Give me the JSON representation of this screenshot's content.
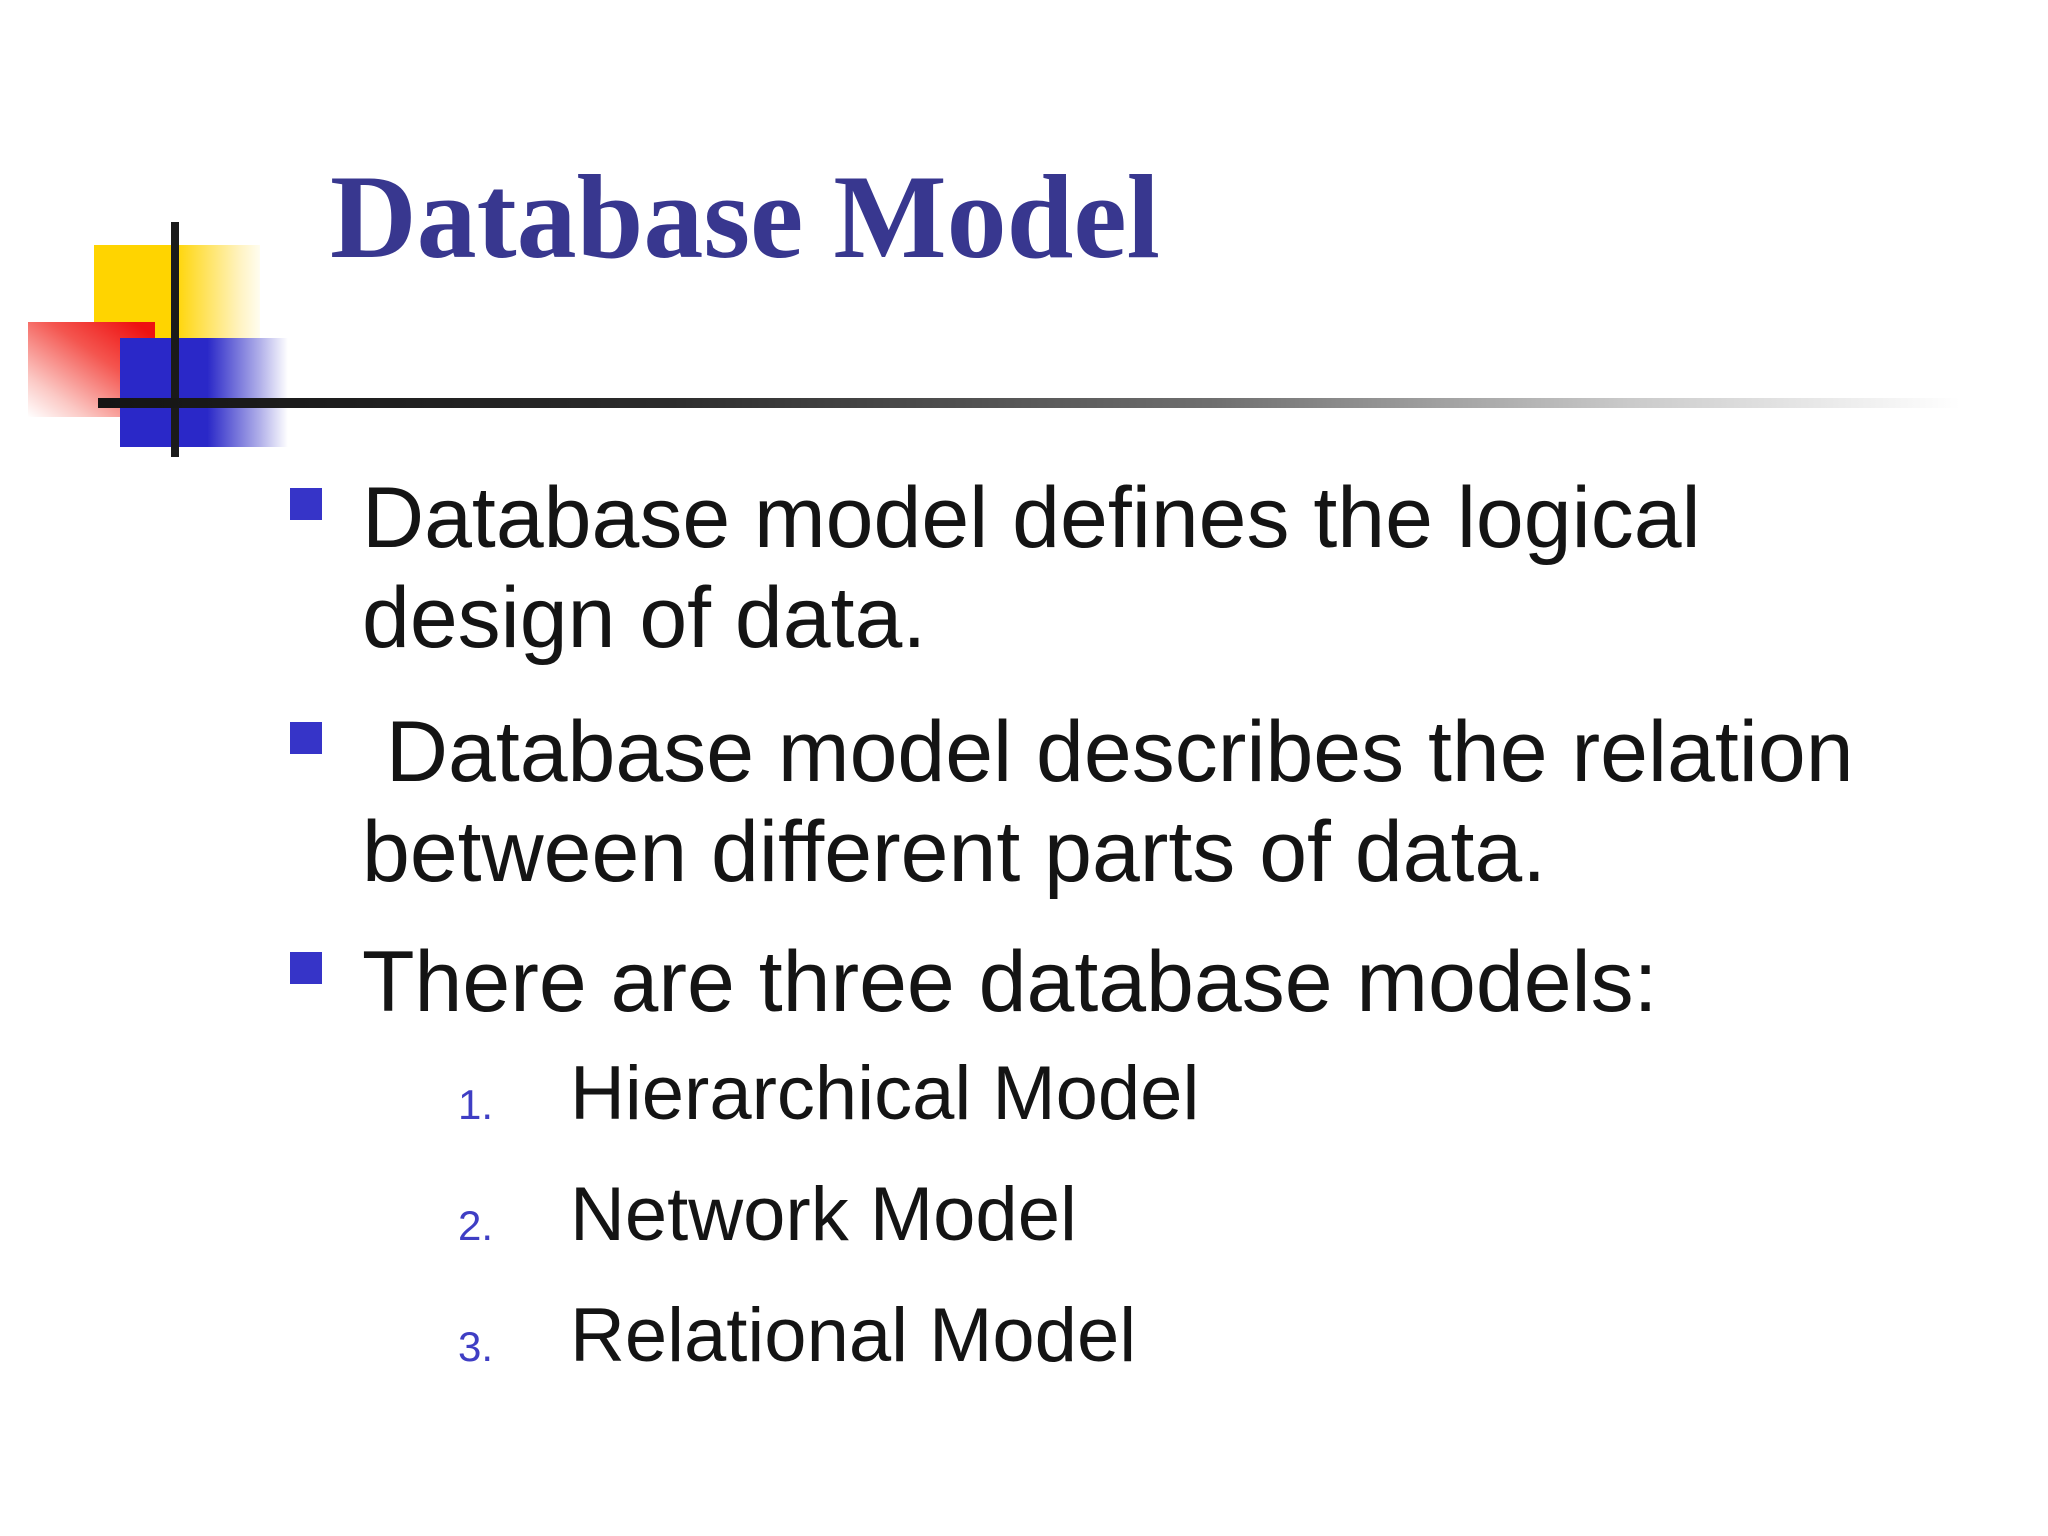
{
  "slide": {
    "title": "Database Model",
    "bullets": [
      {
        "lines": [
          "Database model defines the logical",
          "design of data."
        ]
      },
      {
        "lines": [
          " Database model describes the relation",
          "between different parts of data."
        ]
      },
      {
        "lines": [
          "There are three database models:"
        ]
      }
    ],
    "numbered_list": [
      {
        "number": "1.",
        "label": "Hierarchical Model"
      },
      {
        "number": "2.",
        "label": "Network Model"
      },
      {
        "number": "3.",
        "label": "Relational Model"
      }
    ],
    "colors": {
      "title": "#38378F",
      "body_text": "#141414",
      "bullet_square": "#3634C8",
      "list_number": "#3F3EC4",
      "decor_yellow": "#FFD400",
      "decor_red": "#EE1111",
      "decor_blue": "#2A28C8",
      "divider": "#1A1A1A"
    }
  }
}
